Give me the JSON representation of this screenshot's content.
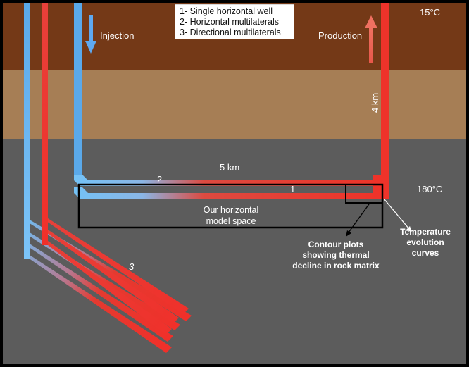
{
  "legend": {
    "items": [
      "1- Single horizontal well",
      "2- Horizontal multilaterals",
      "3- Directional multilaterals"
    ]
  },
  "labels": {
    "injection": "Injection",
    "production": "Production",
    "surface_temp": "15°C",
    "depth": "4 km",
    "length": "5 km",
    "reservoir_temp": "180°C",
    "config_1": "1",
    "config_2": "2",
    "config_3": "3",
    "model_space_line1": "Our horizontal",
    "model_space_line2": "model space",
    "contour_line1": "Contour plots",
    "contour_line2": "showing thermal",
    "contour_line3": "decline in rock matrix",
    "temp_curve_line1": "Temperature",
    "temp_curve_line2": "evolution",
    "temp_curve_line3": "curves"
  },
  "colors": {
    "top_layer": "#743917",
    "middle_layer": "#a67e55",
    "bottom_layer": "#5c5c5c",
    "cold_pipe": "#5fb1f0",
    "hot_pipe": "#f1332a",
    "frame": "#000000"
  }
}
